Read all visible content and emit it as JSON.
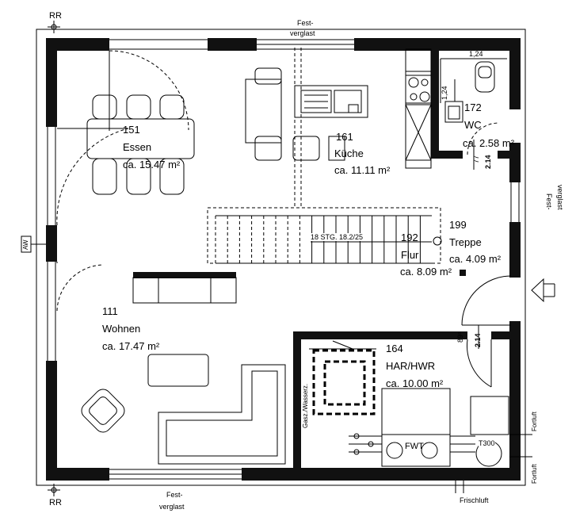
{
  "markers": {
    "rr_top": "RR",
    "rr_bottom": "RR",
    "aw": "AW"
  },
  "glazing": {
    "top": [
      "Fest-",
      "verglast"
    ],
    "right": [
      "Fest-",
      "verglast"
    ],
    "bottom": [
      "Fest-",
      "verglast"
    ]
  },
  "rooms": {
    "essen": {
      "number": "151",
      "name": "Essen",
      "area": "ca. 15.47 m²"
    },
    "kueche": {
      "number": "161",
      "name": "Küche",
      "area": "ca. 11.11 m²"
    },
    "wc": {
      "number": "172",
      "name": "WC",
      "area": "ca. 2.58 m²"
    },
    "treppe": {
      "number": "199",
      "name": "Treppe",
      "area": "ca. 4.09 m²"
    },
    "flur": {
      "number": "192",
      "name": "Flur",
      "area": "ca. 8.09 m²"
    },
    "wohnen": {
      "number": "111",
      "name": "Wohnen",
      "area": "ca. 17.47 m²"
    },
    "har": {
      "number": "164",
      "name": "HAR/HWR",
      "area": "ca. 10.00 m²"
    }
  },
  "stairs": {
    "label": "18 STG. 18.2/25"
  },
  "dimensions": {
    "wc_width": "1,24",
    "wc_depth": "1,24",
    "door_h": "2.14",
    "door_w": "77",
    "door2_h": "2.14",
    "door2_w": "89⁵"
  },
  "utility": {
    "gas": "Gasz./Wasserz.",
    "fwt": "FWT",
    "t300": "T300",
    "fortluft_top": "Fortluft",
    "fortluft_bottom": "Fortluft",
    "frischluft": "Frischluft"
  }
}
